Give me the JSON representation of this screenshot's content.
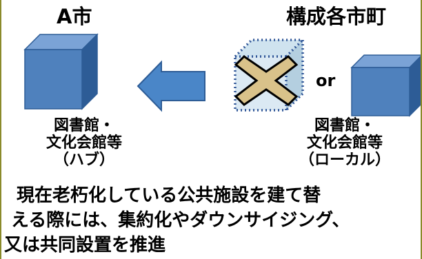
{
  "left_group": {
    "title": "A市",
    "label_line1": "図書館・",
    "label_line2": "文化会館等",
    "label_line3": "（ハブ）"
  },
  "right_group": {
    "title": "構成各市町",
    "label_line1": "図書館・",
    "label_line2": "文化会館等",
    "label_line3": "（ローカル）"
  },
  "or_label": "or",
  "caption": {
    "line1": "現在老朽化している公共施設を建て替",
    "line2": "える際には、集約化やダウンサイジング、",
    "line3": "又は共同設置を推進"
  },
  "colors": {
    "cube_front": "#4f81bd",
    "cube_top": "#7ba3d6",
    "cube_side": "#2d5c96",
    "arrow_fill": "#4a86c8",
    "ghost_fill": "#cfe3ef",
    "dotted_outline": "#2f5597",
    "cross_fill": "#d9c28a",
    "cross_stroke": "#000000"
  }
}
